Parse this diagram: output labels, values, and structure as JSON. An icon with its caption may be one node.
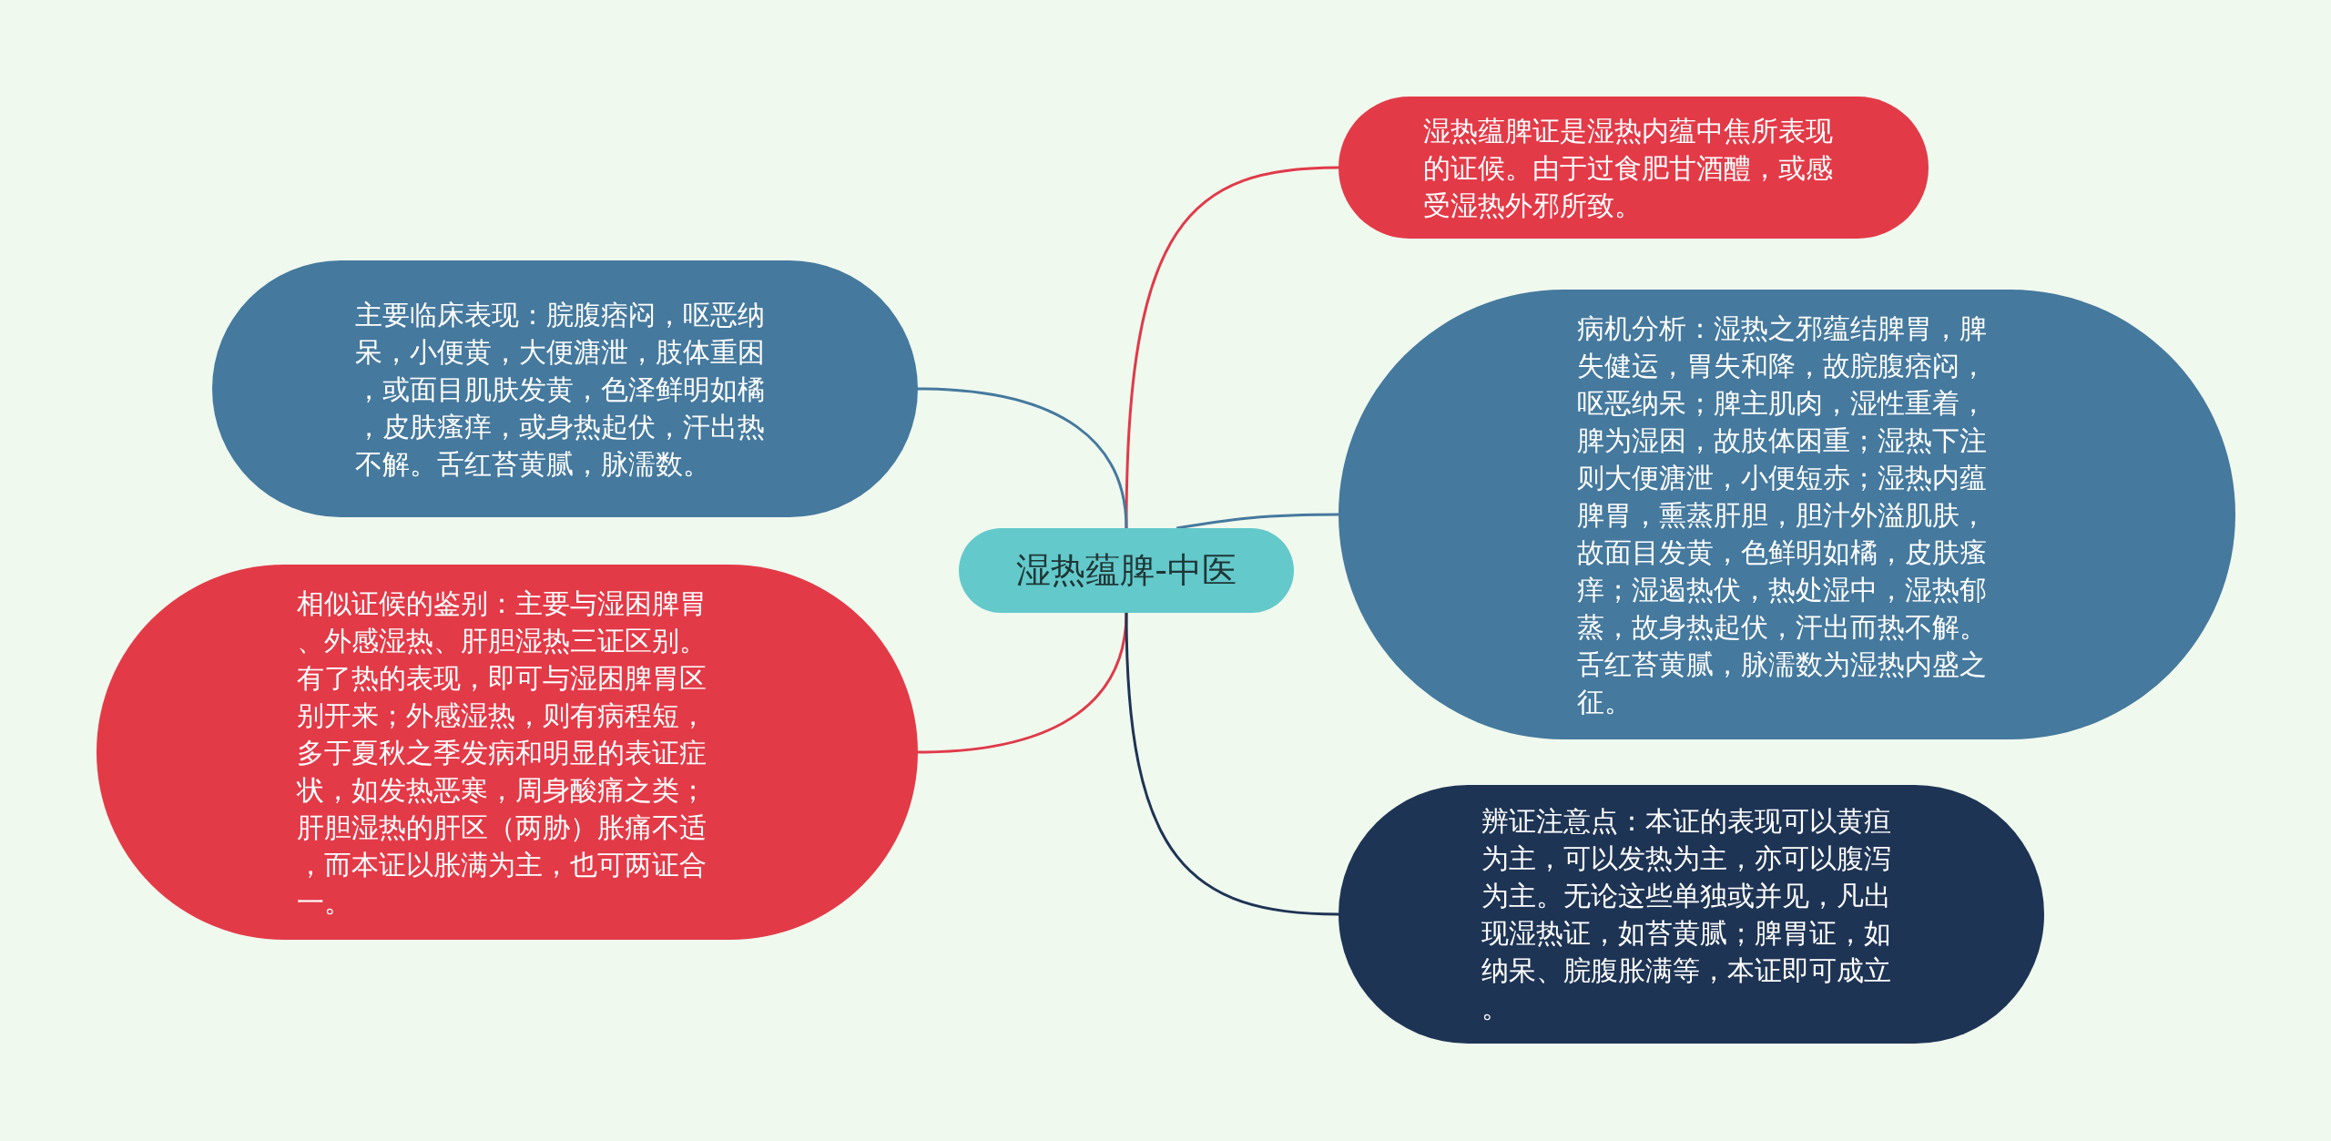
{
  "diagram": {
    "nodes": [
      {
        "text": [
          "湿热蕴脾-中医"
        ]
      },
      {
        "text": [
          "湿热蕴脾证是湿热内蕴中焦所表现的证候。由于过食肥甘酒醴，或感受湿热外邪所致。"
        ]
      },
      {
        "text": [
          "主要临床表现：脘腹痞闷，呕恶纳呆，小便黄，大便溏泄，肢体重困，或面目肌肤发黄，色泽鲜明如橘，皮肤瘙痒，或身热起伏，汗出热不解。舌红苔黄腻，脉濡数。"
        ]
      },
      {
        "text": [
          "病机分析：湿热之邪蕴结脾胃，脾失健运，胃失和降，故脘腹痞闷，呕恶纳呆；脾主肌肉，湿性重着，脾为湿困，故肢体困重；湿热下注则大便溏泄，小便短赤；湿热内蕴脾胃，熏蒸肝胆，胆汁外溢肌肤，故面目发黄，色鲜明如橘，皮肤瘙痒；湿遏热伏，热处湿中，湿热郁蒸，故身热起伏，汗出而热不解。舌红苔黄腻，脉濡数为湿热内盛之征。"
        ]
      },
      {
        "text": [
          "相似证候的鉴别：主要与湿困脾胃、外感湿热、肝胆湿热三证区别。有了热的表现，即可与湿困脾胃区别开来；外感湿热，则有病程短，多于夏秋之季发病和明显的表证症状，如发热恶寒，周身酸痛之类；肝胆湿热的肝区（两胁）胀痛不适，而本证以胀满为主，也可两证合一。"
        ]
      },
      {
        "text": [
          "辨证注意点：本证的表现可以黄疸为主，可以发热为主，亦可以腹泻为主。无论这些单独或并见，凡出现湿热证，如苔黄腻；脾胃证，如纳呆、脘腹胀满等，本证即可成立。"
        ]
      }
    ],
    "edges": [
      {
        "from": 0,
        "to": 1,
        "arrow": "none",
        "color": "#e03a4a"
      },
      {
        "from": 0,
        "to": 2,
        "arrow": "none",
        "color": "#45799e"
      },
      {
        "from": 0,
        "to": 3,
        "arrow": "none",
        "color": "#45799e"
      },
      {
        "from": 0,
        "to": 4,
        "arrow": "none",
        "color": "#e03a4a"
      },
      {
        "from": 0,
        "to": 5,
        "arrow": "none",
        "color": "#1e3455"
      }
    ]
  }
}
